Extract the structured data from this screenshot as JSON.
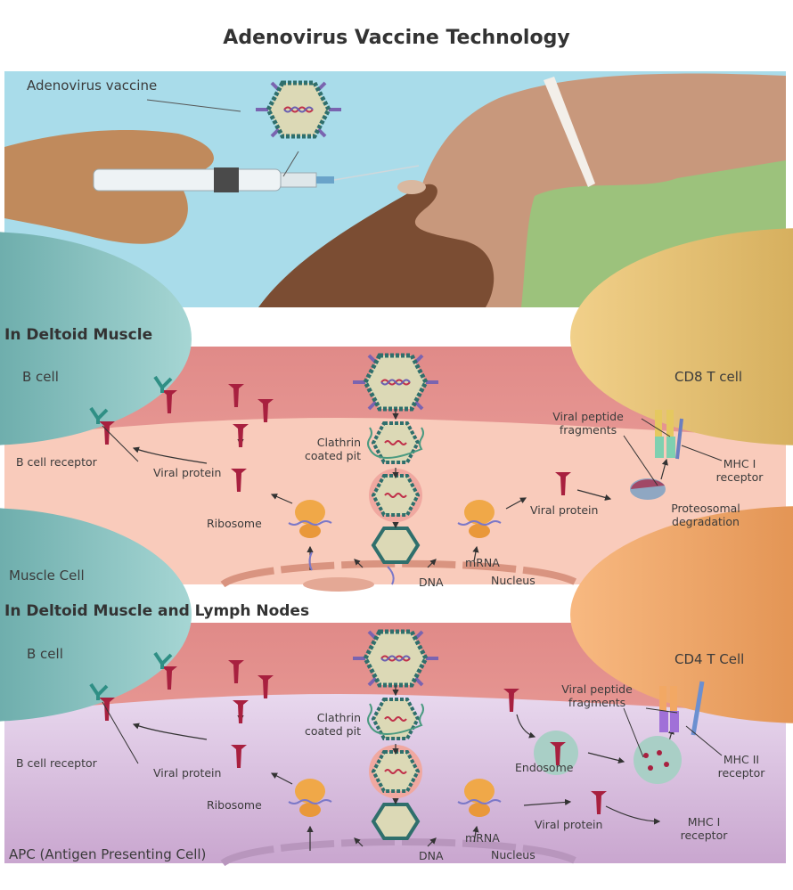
{
  "title": "Adenovirus Vaccine Technology",
  "injection_panel": {
    "vaccine_label": "Adenovirus vaccine"
  },
  "muscle_panel": {
    "heading": "In Deltoid Muscle",
    "b_cell": "B cell",
    "t_cell": "CD8 T cell",
    "peptide_line1": "Viral peptide",
    "peptide_line2": "fragments",
    "clathrin_line1": "Clathrin",
    "clathrin_line2": "coated pit",
    "b_cell_receptor": "B cell receptor",
    "viral_protein_left": "Viral protein",
    "ribosome": "Ribosome",
    "viral_protein_right": "Viral protein",
    "proteosomal_line1": "Proteosomal",
    "proteosomal_line2": "degradation",
    "mhc_line1": "MHC I",
    "mhc_line2": "receptor",
    "mrna": "mRNA",
    "dna": "DNA",
    "nucleus": "Nucleus",
    "cell_name": "Muscle Cell"
  },
  "lymph_panel": {
    "heading": "In Deltoid Muscle and Lymph Nodes",
    "b_cell": "B cell",
    "t_cell": "CD4 T Cell",
    "peptide_line1": "Viral peptide",
    "peptide_line2": "fragments",
    "clathrin_line1": "Clathrin",
    "clathrin_line2": "coated pit",
    "endosome": "Endosome",
    "mhc2_line1": "MHC II",
    "mhc2_line2": "receptor",
    "b_cell_receptor": "B cell receptor",
    "viral_protein_left": "Viral protein",
    "ribosome": "Ribosome",
    "viral_protein_right": "Viral protein",
    "mhc1_line1": "MHC I",
    "mhc1_line2": "receptor",
    "mrna": "mRNA",
    "dna": "DNA",
    "nucleus": "Nucleus",
    "cell_name": "APC (Antigen Presenting Cell)"
  },
  "colors": {
    "sky": "#a9dcea",
    "pink": "#e99d98",
    "peach": "#f9cbbb",
    "lavender": "#e4d2ea",
    "teal": "#3a8f8d",
    "gold": "#d9b25a",
    "orange": "#f0a060",
    "protein": "#a8203f",
    "ribosome": "#f0a848"
  }
}
